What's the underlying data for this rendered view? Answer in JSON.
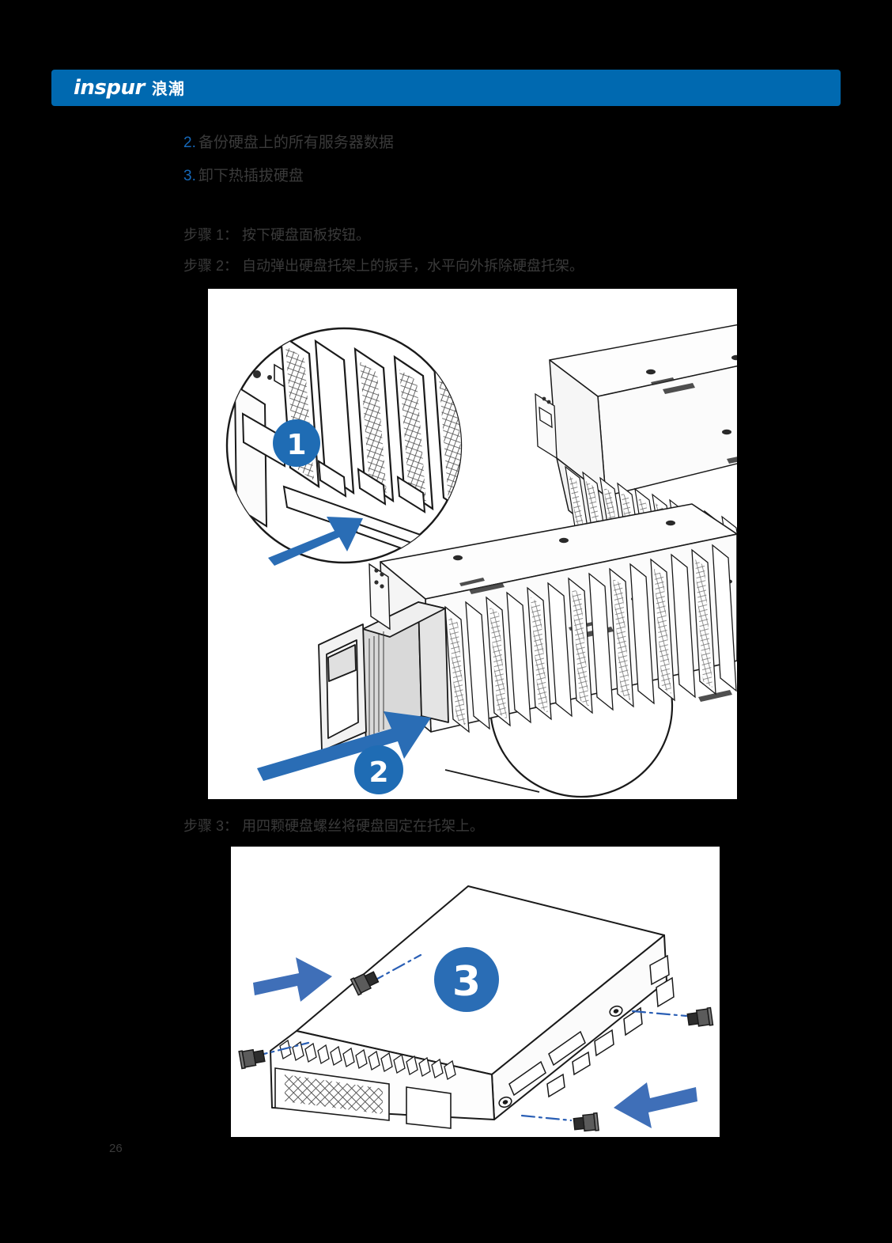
{
  "page": {
    "background_color": "#000000",
    "paper_color": "#ffffff",
    "accent_color": "#0069b0",
    "callout_color": "#1f6cb4",
    "arrow_color": "#2a6db5",
    "text_color": "#3a3a3a",
    "number_color": "#1668b8",
    "page_number": "26"
  },
  "header": {
    "logo_latin": "inspur",
    "logo_cjk": "浪潮"
  },
  "list": {
    "items": [
      {
        "number": "2.",
        "text": "备份硬盘上的所有服务器数据"
      },
      {
        "number": "3.",
        "text": "卸下热插拔硬盘"
      }
    ]
  },
  "steps": {
    "step1": "步骤 1： 按下硬盘面板按钮。",
    "step2": "步骤 2： 自动弹出硬盘托架上的扳手，水平向外拆除硬盘托架。",
    "step3": "步骤 3： 用四颗硬盘螺丝将硬盘固定在托架上。"
  },
  "figures": [
    {
      "id": "figure-1",
      "description": "服务器机箱正视图，带圆形放大细节",
      "callouts": [
        "1",
        "2"
      ]
    },
    {
      "id": "figure-2",
      "description": "硬盘托架与四颗固定螺丝装配图",
      "callouts": [
        "3"
      ]
    }
  ],
  "callouts": {
    "one": "1",
    "two": "2",
    "three": "3"
  }
}
